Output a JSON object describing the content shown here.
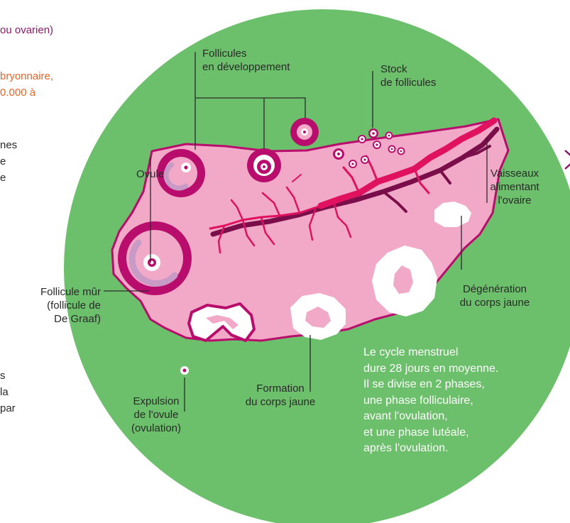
{
  "colors": {
    "background": "#ffffff",
    "circle": "#6cbf6b",
    "ovary": "#f2a9c8",
    "ovary_outline": "#b80d6c",
    "follicle": "#b80d6c",
    "follicle_inner": "#c89ac6",
    "vessel_red": "#e0115f",
    "vessel_dark": "#7a0e4a",
    "orange_text": "#e8632a",
    "purple_text": "#8b1a6a",
    "text": "#2a2a2a",
    "white_text": "#ffffff"
  },
  "left_fragments": {
    "line1": "ou ovarien)",
    "line2": "bryonnaire,",
    "line3": "0.000 à",
    "line4": "nes",
    "line5": "e",
    "line6": "e",
    "line7": "s",
    "line8": "la",
    "line9": "par"
  },
  "labels": {
    "follicules_dev": [
      "Follicules",
      "en développement"
    ],
    "stock": [
      "Stock",
      "de follicules"
    ],
    "ovule": "Ovule",
    "vaisseaux": [
      "Vaisseaux",
      "alimentant",
      "l'ovaire"
    ],
    "follicule_mur": [
      "Follicule mûr",
      "(follicule de",
      "De Graaf)"
    ],
    "degeneration": [
      "Dégénération",
      "du corps jaune"
    ],
    "expulsion": [
      "Expulsion",
      "de l'ovule",
      "(ovulation)"
    ],
    "formation": [
      "Formation",
      "du corps jaune"
    ]
  },
  "cycle_text": [
    "Le cycle menstruel",
    "dure 28 jours en moyenne.",
    "Il se divise en 2 phases,",
    "une phase folliculaire,",
    "avant l'ovulation,",
    "et une phase lutéale,",
    "après l'ovulation."
  ]
}
